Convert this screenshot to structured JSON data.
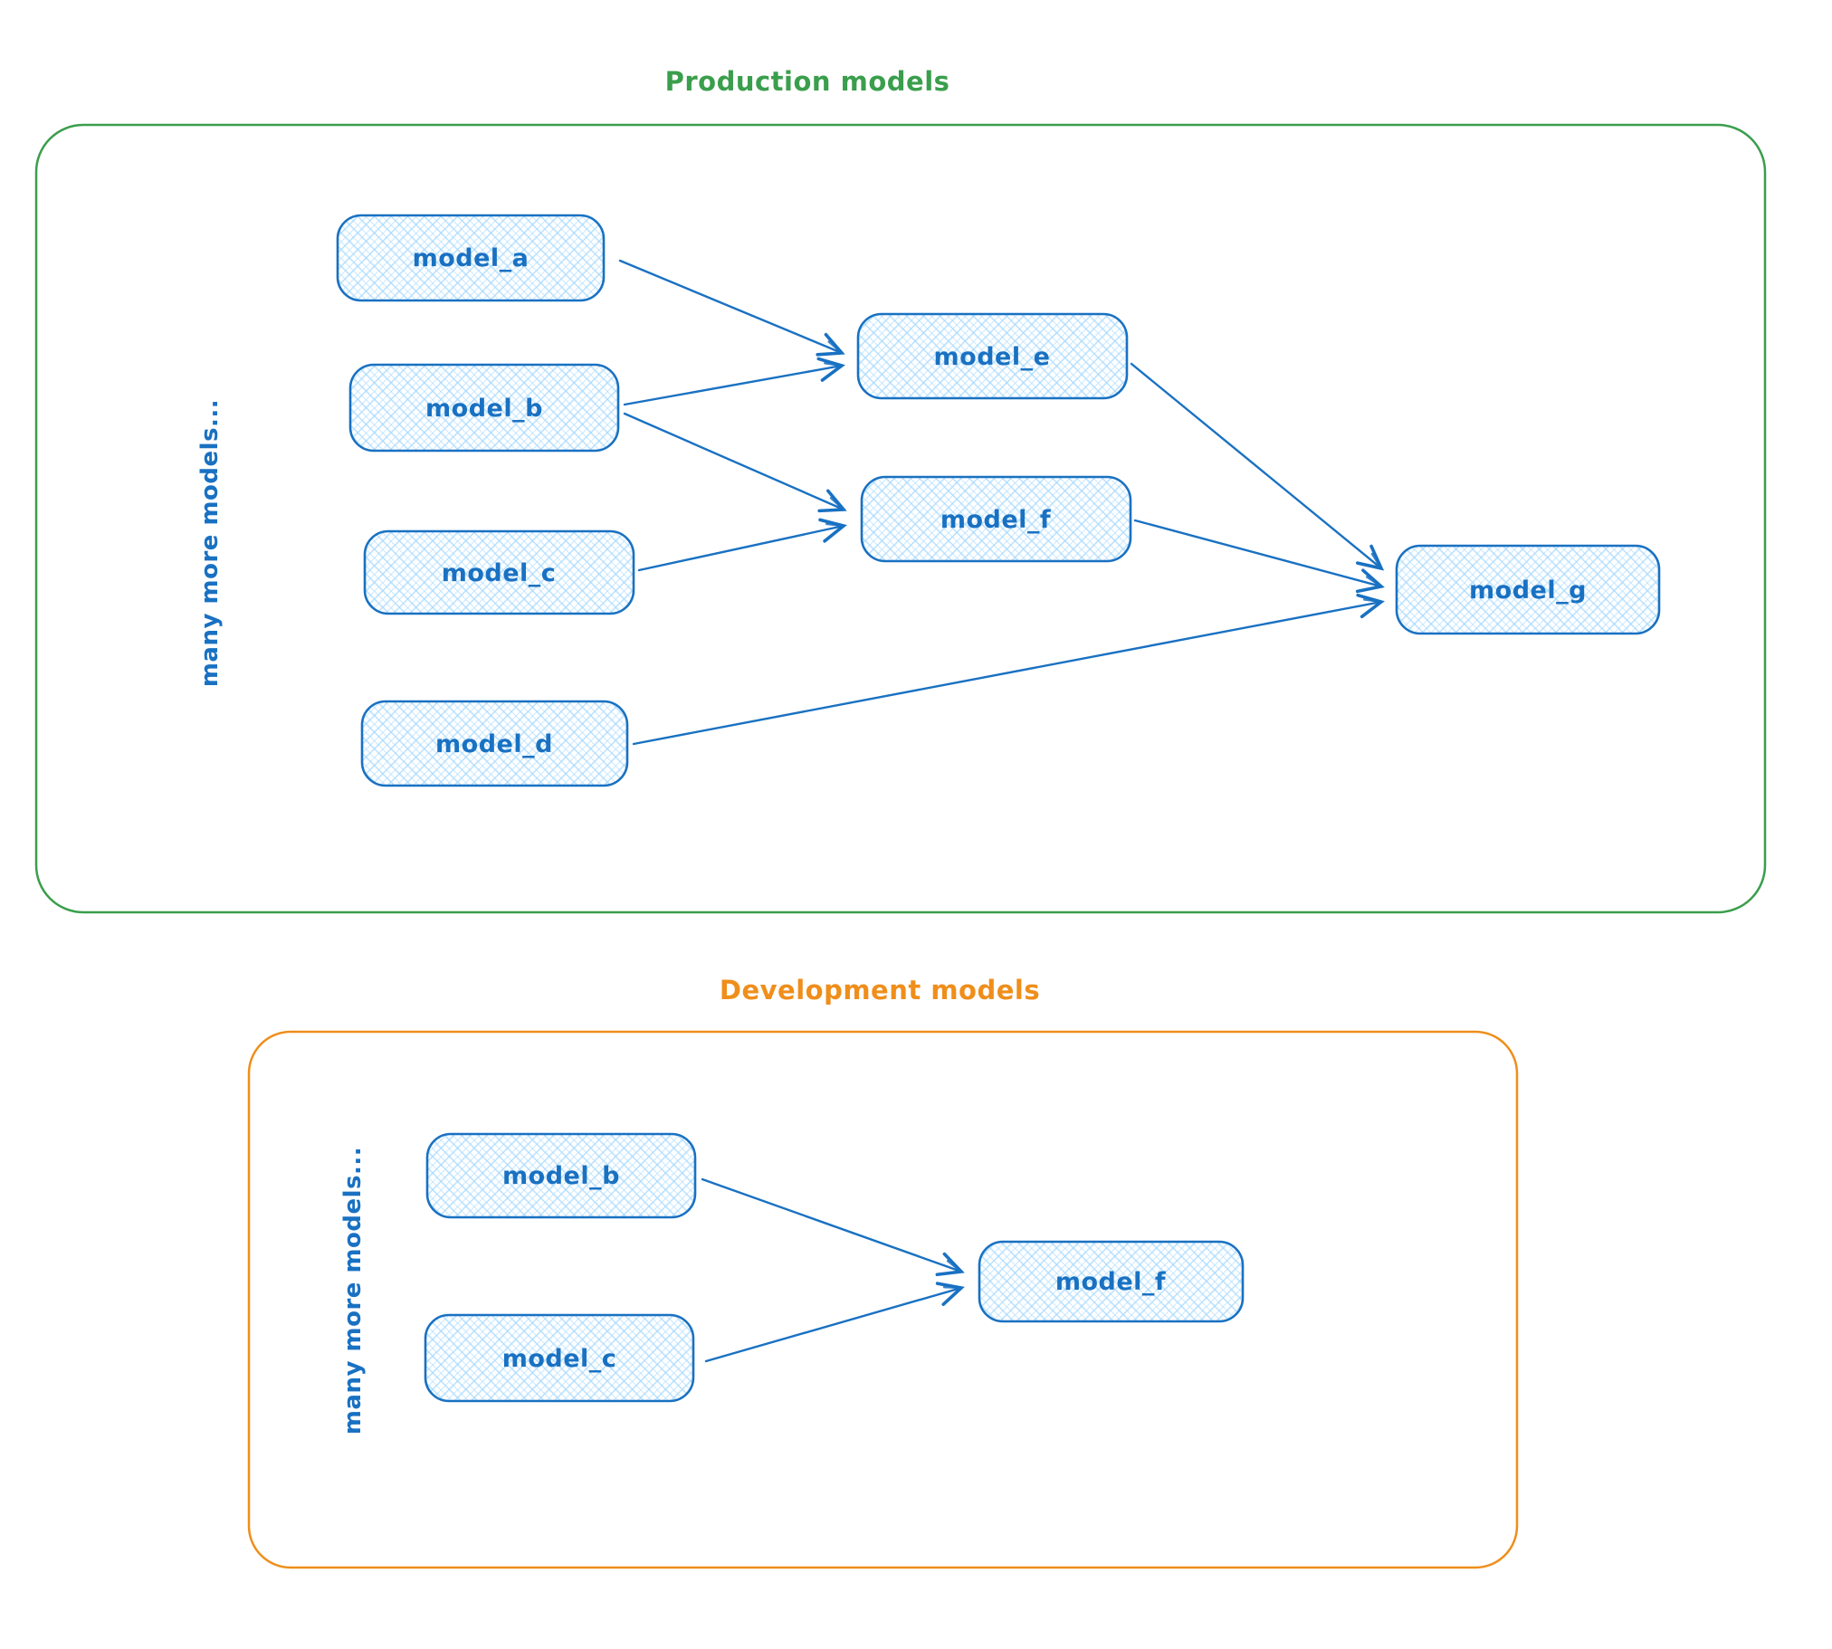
{
  "colors": {
    "node_stroke": "#1971c2",
    "node_hatch": "#a5d8ff",
    "node_fill_bg": "#ffffff",
    "production_border": "#3a9e4c",
    "production_title": "#3a9e4c",
    "development_border": "#ef8e1b",
    "development_title": "#ef8e1b",
    "arrow": "#1971c2",
    "blue_text": "#1971c2"
  },
  "production": {
    "title": "Production models",
    "side_label": "many more models...",
    "nodes": {
      "a": "model_a",
      "b": "model_b",
      "c": "model_c",
      "d": "model_d",
      "e": "model_e",
      "f": "model_f",
      "g": "model_g"
    },
    "edges": [
      {
        "from": "model_a",
        "to": "model_e"
      },
      {
        "from": "model_b",
        "to": "model_e"
      },
      {
        "from": "model_b",
        "to": "model_f"
      },
      {
        "from": "model_c",
        "to": "model_f"
      },
      {
        "from": "model_e",
        "to": "model_g"
      },
      {
        "from": "model_f",
        "to": "model_g"
      },
      {
        "from": "model_d",
        "to": "model_g"
      }
    ]
  },
  "development": {
    "title": "Development models",
    "side_label": "many more models...",
    "nodes": {
      "b": "model_b",
      "c": "model_c",
      "f": "model_f"
    },
    "edges": [
      {
        "from": "model_b",
        "to": "model_f"
      },
      {
        "from": "model_c",
        "to": "model_f"
      }
    ]
  }
}
